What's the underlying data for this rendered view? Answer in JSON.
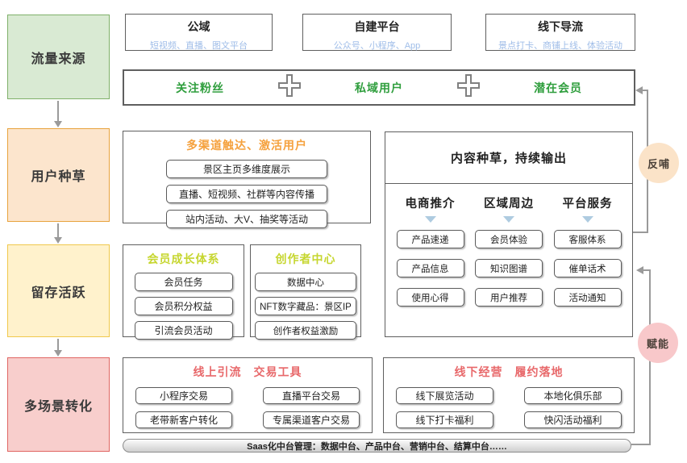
{
  "stages": [
    {
      "label": "流量来源",
      "fill": "#d9ead3",
      "border": "#7fb069"
    },
    {
      "label": "用户种草",
      "fill": "#fce5cd",
      "border": "#e8a33d"
    },
    {
      "label": "留存活跃",
      "fill": "#fff2cc",
      "border": "#f0c84c"
    },
    {
      "label": "多场景转化",
      "fill": "#f8cecc",
      "border": "#e06663"
    }
  ],
  "sources": [
    {
      "title": "公域",
      "subtitle": "短视频、直播、图文平台"
    },
    {
      "title": "自建平台",
      "subtitle": "公众号、小程序、App"
    },
    {
      "title": "线下导流",
      "subtitle": "景点打卡、商铺上线、体验活动"
    }
  ],
  "pool": {
    "items": [
      "关注粉丝",
      "私域用户",
      "潜在会员"
    ]
  },
  "panels": {
    "reach": {
      "title": "多渠道触达、激活用户",
      "items": [
        "景区主页多维度展示",
        "直播、短视频、社群等内容传播",
        "站内活动、大V、抽奖等活动"
      ]
    },
    "content": {
      "title": "内容种草，持续输出",
      "columns": [
        {
          "header": "电商推介",
          "items": [
            "产品速递",
            "产品信息",
            "使用心得"
          ]
        },
        {
          "header": "区域周边",
          "items": [
            "会员体验",
            "知识图谱",
            "用户推荐"
          ]
        },
        {
          "header": "平台服务",
          "items": [
            "客服体系",
            "催单话术",
            "活动通知"
          ]
        }
      ]
    },
    "member": {
      "title": "会员成长体系",
      "items": [
        "会员任务",
        "会员积分权益",
        "引流会员活动"
      ]
    },
    "creator": {
      "title": "创作者中心",
      "items": [
        "数据中心",
        "NFT数字藏品：景区IP",
        "创作者权益激励"
      ]
    },
    "online": {
      "title": "线上引流　交易工具",
      "items": [
        "小程序交易",
        "直播平台交易",
        "老带新客户转化",
        "专属渠道客户交易"
      ]
    },
    "offline": {
      "title": "线下经营　履约落地",
      "items": [
        "线下展览活动",
        "本地化俱乐部",
        "线下打卡福利",
        "快闪活动福利"
      ]
    }
  },
  "saas_bar": {
    "label": "Saas化中台管理：数据中台、产品中台、营销中台、结算中台……"
  },
  "badges": {
    "feedback": "反哺",
    "empower": "赋能"
  },
  "colors": {
    "subtitle_blue": "#9fbde8",
    "green_text": "#2f9e3d",
    "orange_title": "#f5a13d",
    "lime_title": "#c6d62f",
    "red_title": "#e8696b",
    "feedback_badge_bg": "#fbe3c8",
    "empower_badge_bg": "#f8c8ca",
    "triangle_pointer": "#aecbe0",
    "connector_gray": "#9a9a9a"
  }
}
